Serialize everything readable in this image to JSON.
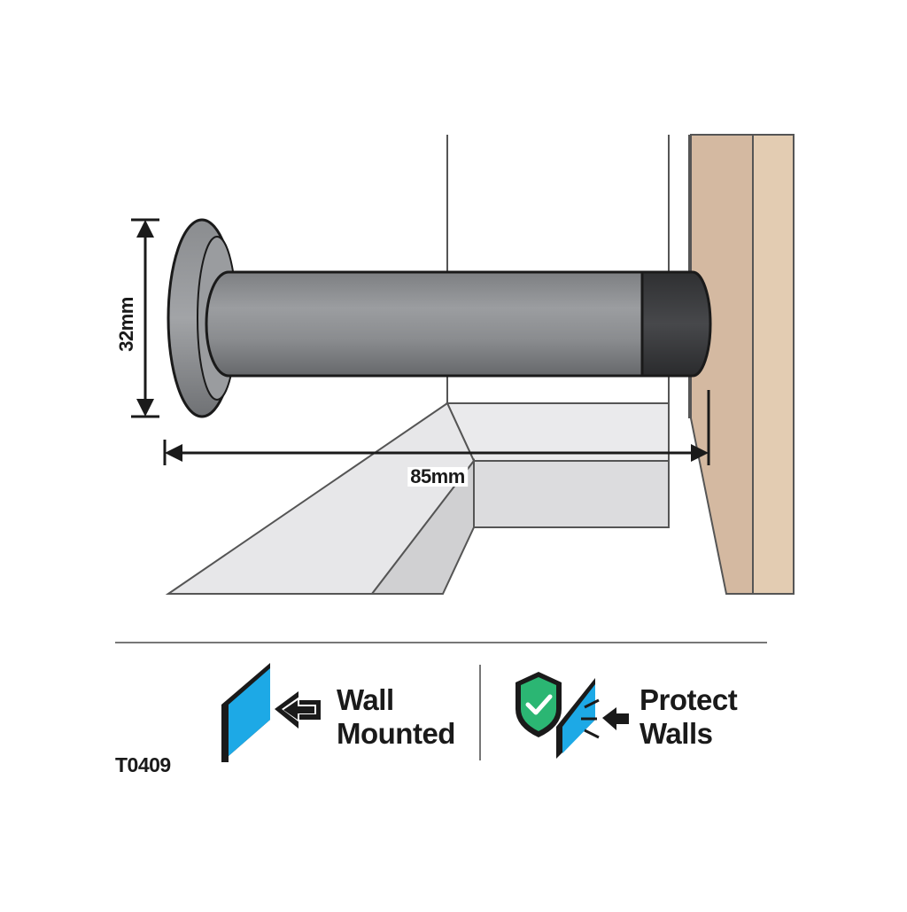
{
  "dimensions": {
    "height": "32mm",
    "length": "85mm"
  },
  "features": [
    {
      "line1": "Wall",
      "line2": "Mounted",
      "icon": "wall-mount-icon"
    },
    {
      "line1": "Protect",
      "line2": "Walls",
      "icon": "shield-check-icon"
    }
  ],
  "product_code": "T0409",
  "colors": {
    "wall_wood": "#d4b9a1",
    "wall_wood_light": "#e3ccb2",
    "steel": "#8e9093",
    "rubber_tip": "#3a3b3d",
    "icon_blue": "#1da9e6",
    "shield_green": "#2bb673",
    "floor_grey": "#dcdcde",
    "outline": "#1a1a1a"
  }
}
